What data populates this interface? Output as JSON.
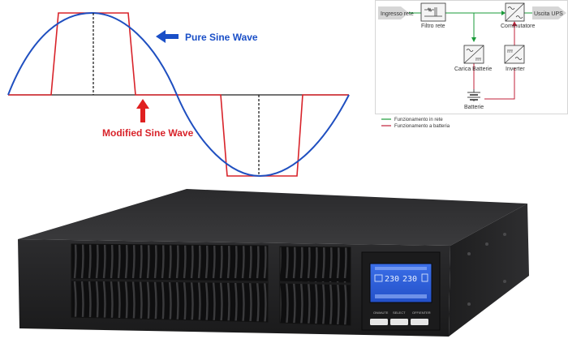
{
  "waveform": {
    "pure_label": "Pure Sine Wave",
    "modified_label": "Modified Sine Wave",
    "colors": {
      "pure": "#1f4fc0",
      "modified": "#d8232a",
      "pure_arrow": "#1a4fc7",
      "modified_arrow": "#e02020"
    }
  },
  "diagram": {
    "input_label": "Ingresso rete",
    "filter_label": "Filtro rete",
    "switch_label": "Commutatore",
    "output_label": "Uscita UPS",
    "charger_label": "Carica Batterie",
    "inverter_label": "Inverter",
    "battery_label": "Batterie",
    "legend": [
      {
        "label": "Funzionamento in rete",
        "color": "#1a9b3a"
      },
      {
        "label": "Funzionamento a batteria",
        "color": "#c0203a"
      }
    ]
  },
  "ups": {
    "lcd_values": [
      "230",
      "230"
    ],
    "buttons": [
      "ON/MUTE",
      "SELECT",
      "OFF/ENTER"
    ]
  }
}
